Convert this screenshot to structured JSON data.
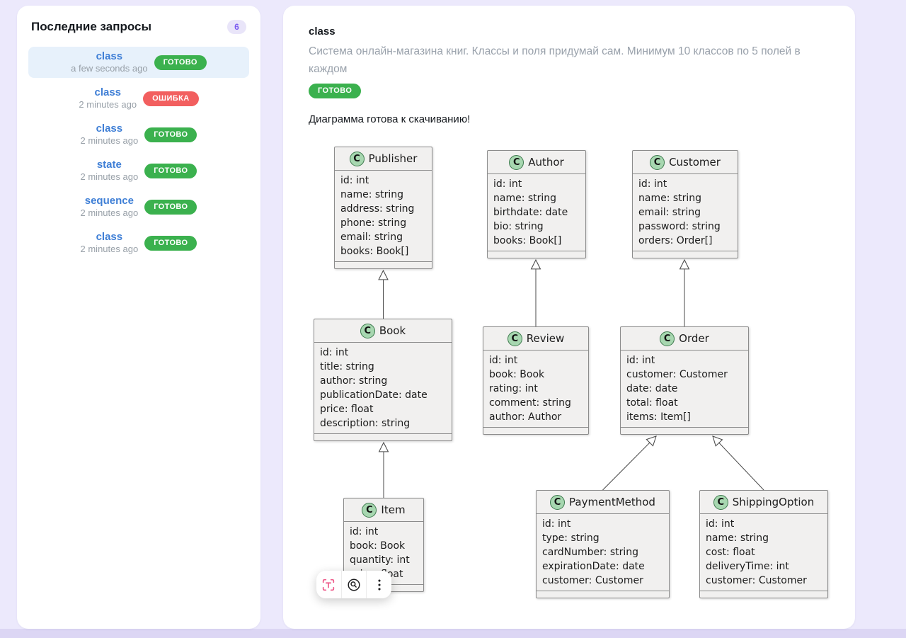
{
  "sidebar": {
    "title": "Последние запросы",
    "count": "6",
    "items": [
      {
        "label": "class",
        "time": "a few seconds ago",
        "status": "ГОТОВО",
        "status_type": "success",
        "badge_class": "badge badge-success",
        "selected": true
      },
      {
        "label": "class",
        "time": "2 minutes ago",
        "status": "ОШИБКА",
        "status_type": "error",
        "badge_class": "badge badge-error",
        "selected": false
      },
      {
        "label": "class",
        "time": "2 minutes ago",
        "status": "ГОТОВО",
        "status_type": "success",
        "badge_class": "badge badge-success",
        "selected": false
      },
      {
        "label": "state",
        "time": "2 minutes ago",
        "status": "ГОТОВО",
        "status_type": "success",
        "badge_class": "badge badge-success",
        "selected": false
      },
      {
        "label": "sequence",
        "time": "2 minutes ago",
        "status": "ГОТОВО",
        "status_type": "success",
        "badge_class": "badge badge-success",
        "selected": false
      },
      {
        "label": "class",
        "time": "2 minutes ago",
        "status": "ГОТОВО",
        "status_type": "success",
        "badge_class": "badge badge-success",
        "selected": false
      }
    ]
  },
  "main": {
    "title": "class",
    "description": "Система онлайн-магазина книг. Классы и поля придумай сам. Минимум 10 классов по 5 полей в каждом",
    "status": "ГОТОВО",
    "message": "Диаграмма готова к скачиванию!"
  },
  "diagram": {
    "icon_letter": "C",
    "classes": [
      {
        "name": "Publisher",
        "fields": [
          "id: int",
          "name: string",
          "address: string",
          "phone: string",
          "email: string",
          "books: Book[]"
        ]
      },
      {
        "name": "Author",
        "fields": [
          "id: int",
          "name: string",
          "birthdate: date",
          "bio: string",
          "books: Book[]"
        ]
      },
      {
        "name": "Customer",
        "fields": [
          "id: int",
          "name: string",
          "email: string",
          "password: string",
          "orders: Order[]"
        ]
      },
      {
        "name": "Book",
        "fields": [
          "id: int",
          "title: string",
          "author: string",
          "publicationDate: date",
          "price: float",
          "description: string"
        ]
      },
      {
        "name": "Review",
        "fields": [
          "id: int",
          "book: Book",
          "rating: int",
          "comment: string",
          "author: Author"
        ]
      },
      {
        "name": "Order",
        "fields": [
          "id: int",
          "customer: Customer",
          "date: date",
          "total: float",
          "items: Item[]"
        ]
      },
      {
        "name": "Item",
        "fields": [
          "id: int",
          "book: Book",
          "quantity: int",
          "price: float"
        ]
      },
      {
        "name": "PaymentMethod",
        "fields": [
          "id: int",
          "type: string",
          "cardNumber: string",
          "expirationDate: date",
          "customer: Customer"
        ]
      },
      {
        "name": "ShippingOption",
        "fields": [
          "id: int",
          "name: string",
          "cost: float",
          "deliveryTime: int",
          "customer: Customer"
        ]
      }
    ],
    "relations": [
      {
        "from": "Book",
        "to": "Publisher",
        "type": "extends"
      },
      {
        "from": "Review",
        "to": "Author",
        "type": "extends"
      },
      {
        "from": "Order",
        "to": "Customer",
        "type": "extends"
      },
      {
        "from": "Item",
        "to": "Book",
        "type": "extends"
      },
      {
        "from": "PaymentMethod",
        "to": "Order",
        "type": "extends"
      },
      {
        "from": "ShippingOption",
        "to": "Order",
        "type": "extends"
      }
    ]
  },
  "toolbar": {
    "buttons": [
      {
        "icon": "text-select-icon"
      },
      {
        "icon": "search-icon"
      },
      {
        "icon": "more-icon"
      }
    ]
  },
  "colors": {
    "page_bg": "#ece9fc",
    "bottom_strip": "#dcd6f4",
    "card_bg": "#ffffff",
    "accent_purple": "#7b5bf0",
    "count_badge_bg": "#e9e5f9",
    "link_blue": "#3f7fd6",
    "selected_item_bg": "#e7f1fb",
    "success_green": "#3bb14e",
    "error_red": "#f25f5f",
    "muted_text": "#99a1ab",
    "title_text": "#15191e",
    "uml_box_bg": "#f1f0ef",
    "uml_box_border": "#8c8c8c",
    "uml_icon_bg": "#a7d7b0",
    "uml_icon_border": "#3e7a4e",
    "toolbar_icon_pink": "#ee5a8a"
  }
}
